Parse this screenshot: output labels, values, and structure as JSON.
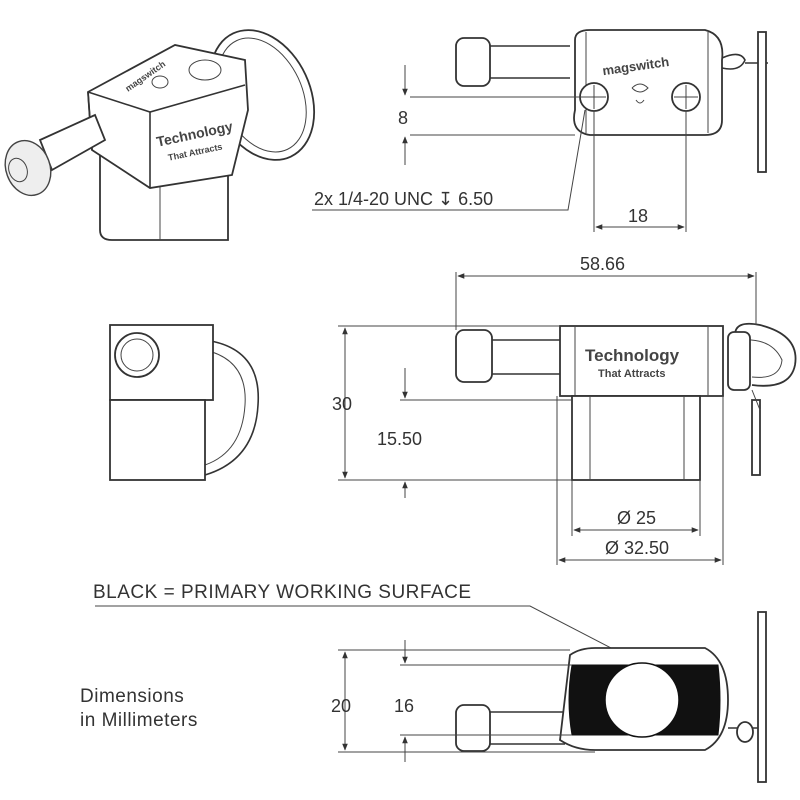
{
  "dimensions": {
    "hole_offset": "8",
    "thread_callout": "2x 1/4-20 UNC ↧ 6.50",
    "hole_spacing": "18",
    "overall_length": "58.66",
    "height": "30",
    "half_height": "15.50",
    "pole_diameter_inner": "Ø 25",
    "pole_diameter_outer": "Ø 32.50",
    "width": "20",
    "pole_width": "16"
  },
  "notes": {
    "surface_note": "BLACK = PRIMARY WORKING SURFACE",
    "units_line1": "Dimensions",
    "units_line2": "in Millimeters"
  },
  "branding": {
    "logo": "magswitch",
    "tagline_1": "Technology",
    "tagline_2": "That Attracts"
  }
}
